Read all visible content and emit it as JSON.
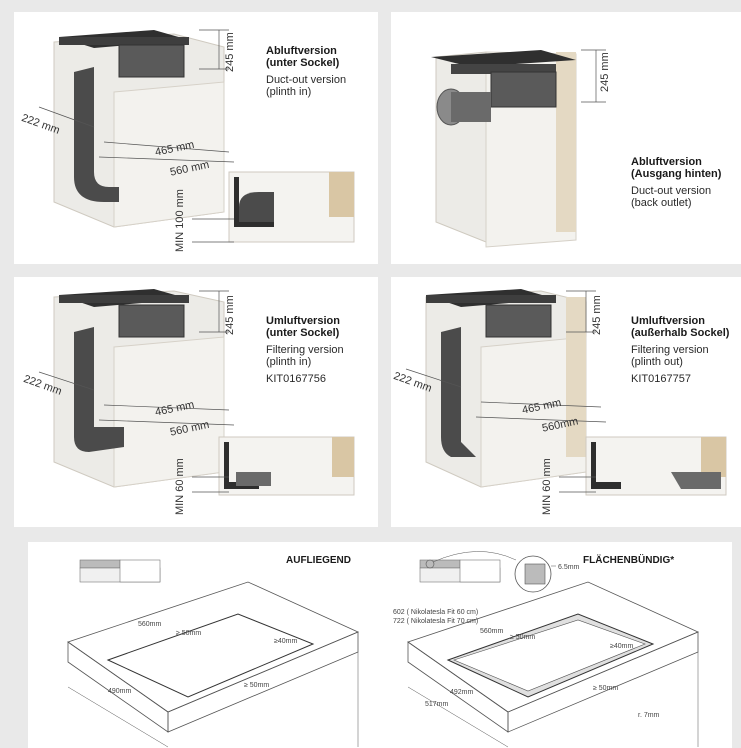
{
  "panels": {
    "p1": {
      "title_de": "Abluftversion",
      "title_de2": "(unter Sockel)",
      "title_en": "Duct-out version",
      "title_en2": "(plinth in)",
      "dim_height": "245 mm",
      "dim_depth_left": "222 mm",
      "dim_465": "465 mm",
      "dim_560": "560 mm",
      "dim_min": "MIN 100 mm"
    },
    "p2": {
      "title_de": "Abluftversion",
      "title_de2": "(Ausgang hinten)",
      "title_en": "Duct-out version",
      "title_en2": "(back outlet)",
      "dim_height": "245 mm"
    },
    "p3": {
      "title_de": "Umluftversion",
      "title_de2": "(unter Sockel)",
      "title_en": "Filtering version",
      "title_en2": "(plinth in)",
      "kit": "KIT0167756",
      "dim_height": "245 mm",
      "dim_depth_left": "222 mm",
      "dim_465": "465 mm",
      "dim_560": "560 mm",
      "dim_min": "MIN 60 mm"
    },
    "p4": {
      "title_de": "Umluftversion",
      "title_de2": "(außerhalb Sockel)",
      "title_en": "Filtering version",
      "title_en2": "(plinth out)",
      "kit": "KIT0167757",
      "dim_height": "245 mm",
      "dim_depth_left": "222 mm",
      "dim_465": "465 mm",
      "dim_560": "560mm",
      "dim_min": "MIN 60 mm"
    },
    "bottom": {
      "left_title": "AUFLIEGEND",
      "right_title": "FLÄCHENBÜNDIG*",
      "l_560": "560mm",
      "l_50a": "≥ 50mm",
      "l_40": "≥40mm",
      "l_490": "490mm",
      "l_50b": "≥ 50mm",
      "r_note1": "602 ( Nikolatesla Fit 60 cm)",
      "r_note2": "722 ( Nikolatesla Fit 70 cm)",
      "r_560": "560mm",
      "r_50a": "≥ 50mm",
      "r_40": "≥40mm",
      "r_492": "492mm",
      "r_517": "517mm",
      "r_50b": "≥ 50mm",
      "r_65": "6.5mm",
      "r_r7": "r. 7mm"
    }
  },
  "colors": {
    "background": "#e9e9e9",
    "panel": "#ffffff",
    "hob": "#3a3a3a",
    "cabinet": "#d8d4cc",
    "duct": "#4a4a4a",
    "line": "#555555"
  }
}
